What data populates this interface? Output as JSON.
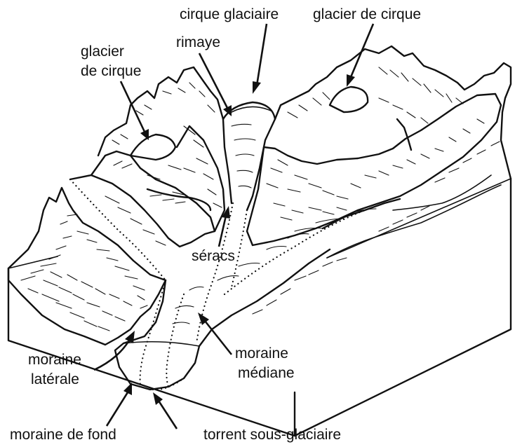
{
  "labels": {
    "cirque_glaciaire": "cirque glaciaire",
    "glacier_de_cirque_top": "glacier de cirque",
    "glacier_de_cirque_left_line1": "glacier",
    "glacier_de_cirque_left_line2": "de cirque",
    "rimaye": "rimaye",
    "seracs": "séracs",
    "moraine_laterale_line1": "moraine",
    "moraine_laterale_line2": "latérale",
    "moraine_mediane_line1": "moraine",
    "moraine_mediane_line2": "médiane",
    "moraine_de_fond": "moraine de fond",
    "torrent_sous_glaciaire": "torrent sous-glaciaire"
  }
}
